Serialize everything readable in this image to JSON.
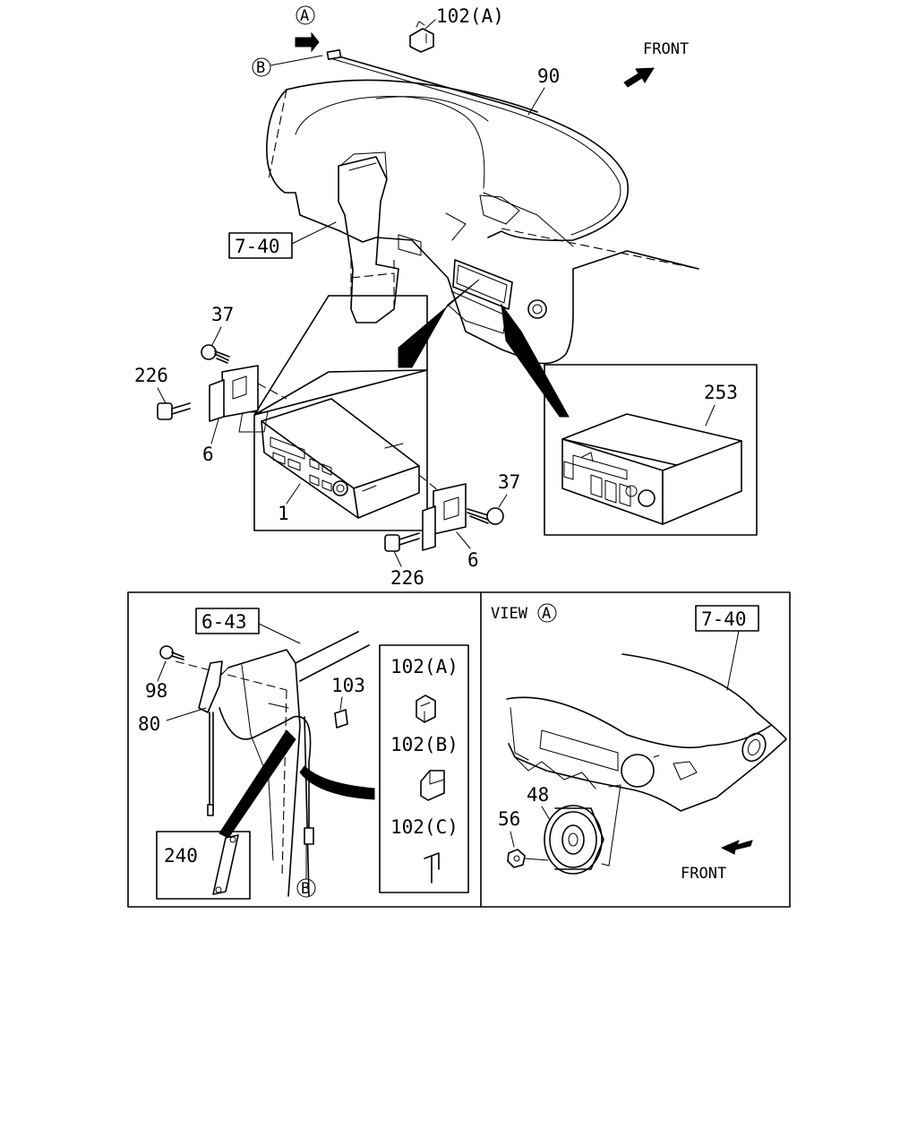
{
  "labels": {
    "view_a_marker": "A",
    "marker_b_top": "B",
    "marker_b_bottom": "B",
    "part_102a_top": "102(A)",
    "part_90": "90",
    "front_top": "FRONT",
    "ref_7_40_top": "7-40",
    "part_37_left": "37",
    "part_226_left": "226",
    "part_6_left": "6",
    "part_1": "1",
    "part_37_right": "37",
    "part_6_right": "6",
    "part_226_right": "226",
    "part_253": "253",
    "ref_6_43": "6-43",
    "part_98": "98",
    "part_80": "80",
    "part_103": "103",
    "part_240": "240",
    "part_102a_box": "102(A)",
    "part_102b_box": "102(B)",
    "part_102c_box": "102(C)",
    "view_label": "VIEW",
    "view_label_marker": "A",
    "ref_7_40_view": "7-40",
    "part_48": "48",
    "part_56": "56",
    "front_bottom": "FRONT"
  }
}
